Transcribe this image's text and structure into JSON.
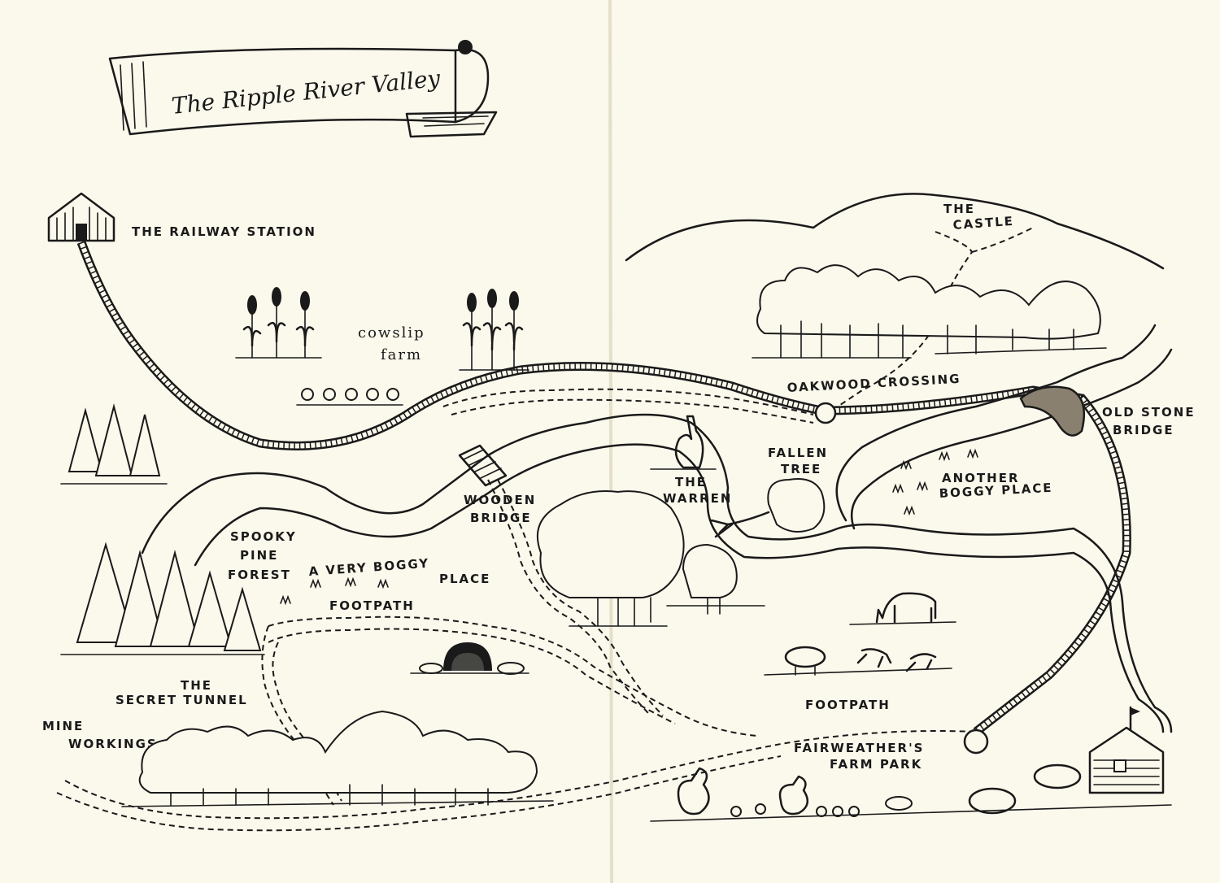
{
  "title": "The Ripple River Valley",
  "labels": {
    "railway_station": "THE RAILWAY STATION",
    "cowslip_farm_1": "cowslip",
    "cowslip_farm_2": "farm",
    "the_castle_1": "THE",
    "the_castle_2": "CASTLE",
    "oakwood_crossing": "OAKWOOD CROSSING",
    "old_stone_bridge_1": "OLD STONE",
    "old_stone_bridge_2": "BRIDGE",
    "fallen_tree_1": "FALLEN",
    "fallen_tree_2": "TREE",
    "the_warren_1": "THE",
    "the_warren_2": "WARREN",
    "another_boggy_1": "ANOTHER",
    "another_boggy_2": "BOGGY PLACE",
    "wooden_bridge_1": "WOODEN",
    "wooden_bridge_2": "BRIDGE",
    "spooky_1": "SPOOKY",
    "spooky_2": "PINE",
    "spooky_3": "FOREST",
    "very_boggy_1": "A VERY BOGGY",
    "very_boggy_2": "PLACE",
    "footpath_1": "FOOTPATH",
    "secret_tunnel_1": "THE",
    "secret_tunnel_2": "SECRET TUNNEL",
    "mine_1": "MINE",
    "mine_2": "WORKINGS",
    "footpath_2": "FOOTPATH",
    "fairweather_1": "FAIRWEATHER'S",
    "fairweather_2": "FARM PARK"
  }
}
